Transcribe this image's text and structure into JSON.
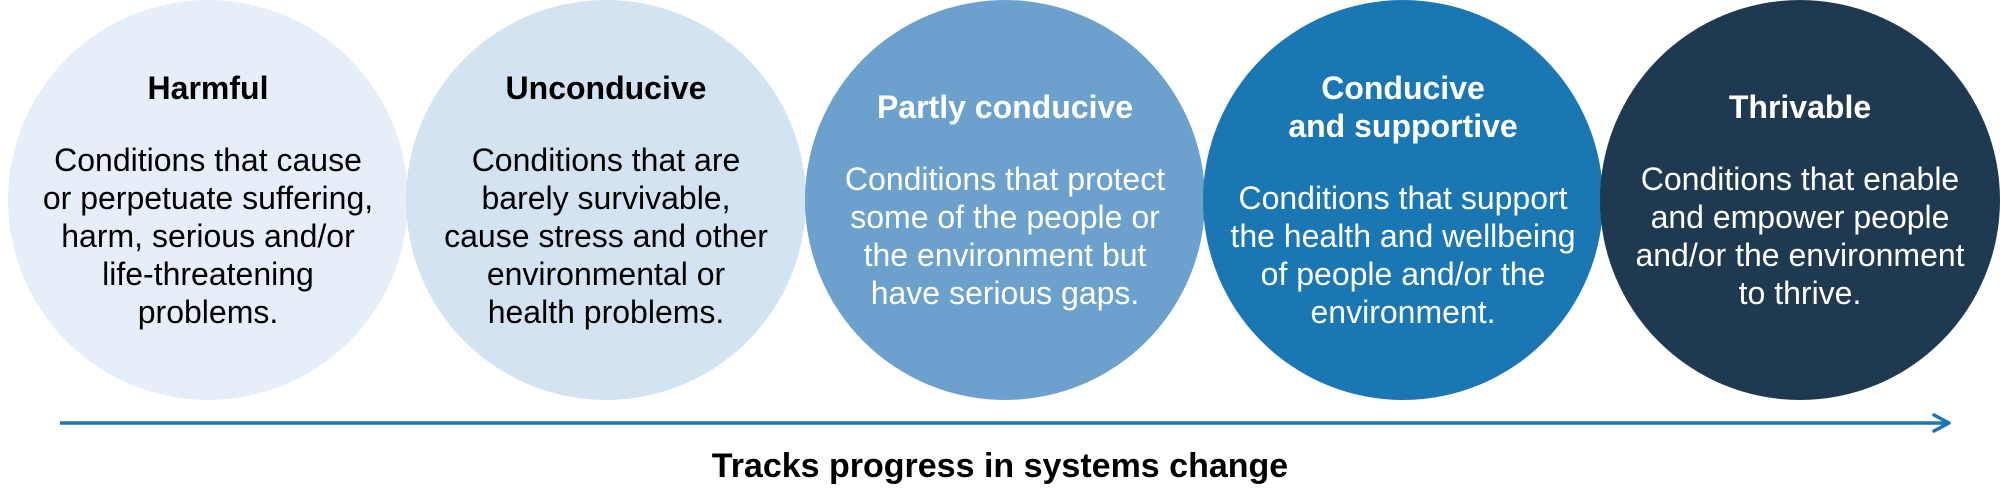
{
  "colors": {
    "stage_1": "#e6eff8",
    "stage_2": "#d3e3f1",
    "stage_3": "#6ba1cc",
    "stage_4": "#1b77b4",
    "stage_5": "#1f3a50",
    "arrow": "#1b77b4"
  },
  "stages": [
    {
      "title": "Harmful",
      "description": "Conditions that cause\nor perpetuate suffering,\nharm, serious and/or\nlife-threatening\nproblems."
    },
    {
      "title": "Unconducive",
      "description": "Conditions that are\nbarely survivable,\ncause stress and other\nenvironmental or\nhealth problems."
    },
    {
      "title": "Partly conducive",
      "description": "Conditions that protect\nsome of the people or\nthe environment but\nhave serious gaps."
    },
    {
      "title": "Conducive\nand supportive",
      "description": "Conditions that support\nthe health and wellbeing\nof people and/or the\nenvironment."
    },
    {
      "title": "Thrivable",
      "description": "Conditions that enable\nand empower people\nand/or the environment\nto thrive."
    }
  ],
  "arrow_caption": "Tracks progress in systems change"
}
